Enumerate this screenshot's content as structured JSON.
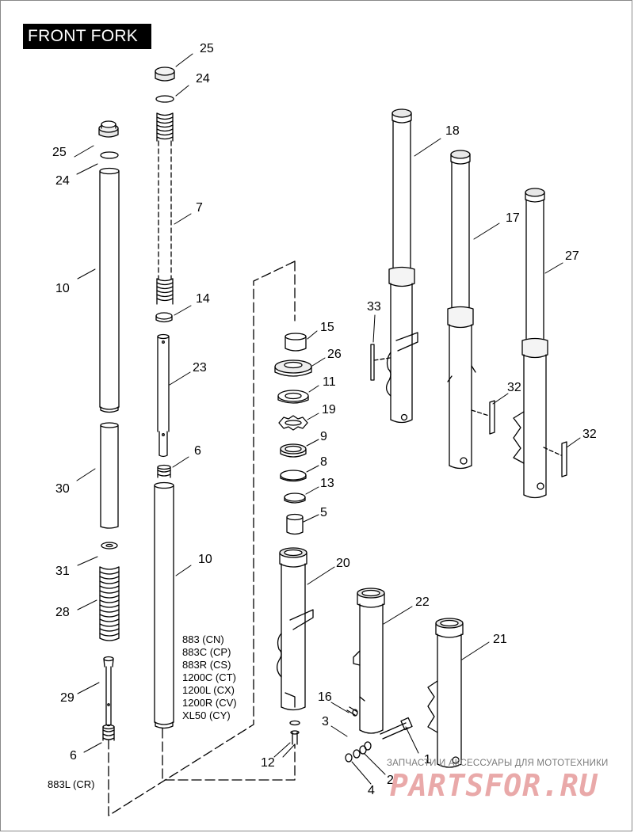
{
  "title": "FRONT FORK",
  "callouts": [
    {
      "id": "c25a",
      "text": "25"
    },
    {
      "id": "c24a",
      "text": "24"
    },
    {
      "id": "c25b",
      "text": "25"
    },
    {
      "id": "c24b",
      "text": "24"
    },
    {
      "id": "c7",
      "text": "7"
    },
    {
      "id": "c10a",
      "text": "10"
    },
    {
      "id": "c14",
      "text": "14"
    },
    {
      "id": "c23",
      "text": "23"
    },
    {
      "id": "c6a",
      "text": "6"
    },
    {
      "id": "c30",
      "text": "30"
    },
    {
      "id": "c10b",
      "text": "10"
    },
    {
      "id": "c31",
      "text": "31"
    },
    {
      "id": "c28",
      "text": "28"
    },
    {
      "id": "c29",
      "text": "29"
    },
    {
      "id": "c6b",
      "text": "6"
    },
    {
      "id": "c18",
      "text": "18"
    },
    {
      "id": "c17",
      "text": "17"
    },
    {
      "id": "c27",
      "text": "27"
    },
    {
      "id": "c33",
      "text": "33"
    },
    {
      "id": "c32a",
      "text": "32"
    },
    {
      "id": "c32b",
      "text": "32"
    },
    {
      "id": "c15",
      "text": "15"
    },
    {
      "id": "c26",
      "text": "26"
    },
    {
      "id": "c11",
      "text": "11"
    },
    {
      "id": "c19",
      "text": "19"
    },
    {
      "id": "c9",
      "text": "9"
    },
    {
      "id": "c8",
      "text": "8"
    },
    {
      "id": "c13",
      "text": "13"
    },
    {
      "id": "c5",
      "text": "5"
    },
    {
      "id": "c20",
      "text": "20"
    },
    {
      "id": "c22",
      "text": "22"
    },
    {
      "id": "c21",
      "text": "21"
    },
    {
      "id": "c16",
      "text": "16"
    },
    {
      "id": "c3",
      "text": "3"
    },
    {
      "id": "c1",
      "text": "1"
    },
    {
      "id": "c12",
      "text": "12"
    },
    {
      "id": "c2",
      "text": "2"
    },
    {
      "id": "c4",
      "text": "4"
    }
  ],
  "models_right": [
    "883 (CN)",
    "883C (CP)",
    "883R (CS)",
    "1200C (CT)",
    "1200L (CX)",
    "1200R (CV)",
    "XL50 (CY)"
  ],
  "model_left": "883L (CR)",
  "watermark": {
    "top": "ЗАПЧАСТИ И АКСЕССУАРЫ ДЛЯ МОТОТЕХНИКИ",
    "main": "PARTSFOR.RU"
  },
  "colors": {
    "line": "#000000",
    "watermark": "#e9a9a9"
  }
}
